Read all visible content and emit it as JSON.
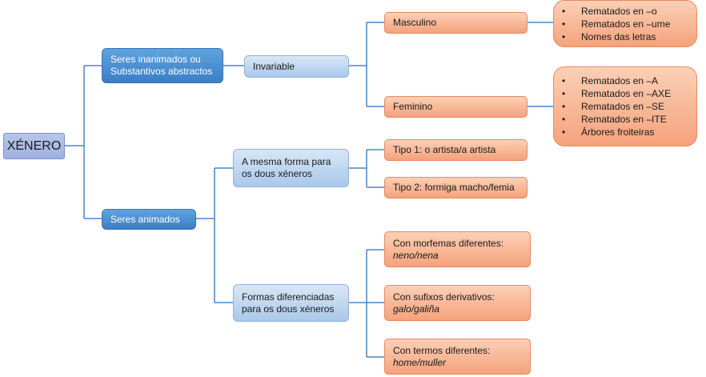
{
  "root": {
    "label": "XÉNERO"
  },
  "level1": {
    "inanimate": "Seres inanimados ou Substantivos abstractos",
    "animate": "Seres animados"
  },
  "level2": {
    "invariable": "Invariable",
    "same_form": "A mesma forma para os dous xéneros",
    "different_forms": "Formas diferenciadas para os dous xéneros"
  },
  "level3": {
    "masculino": "Masculino",
    "feminino": "Feminino",
    "tipo1": "Tipo 1: o artista/a artista",
    "tipo2": "Tipo 2: formiga macho/femia",
    "morfemas": {
      "label": "Con morfemas diferentes:",
      "example": "neno/nena"
    },
    "sufixos": {
      "label": "Con sufixos derivativos:",
      "example": "galo/galiña"
    },
    "termos": {
      "label": "Con termos diferentes:",
      "example": "home/muller"
    }
  },
  "masculino_list": {
    "bullet": "•",
    "items": [
      "Rematados en –o",
      "Rematados en –ume",
      "Nomes das letras"
    ]
  },
  "feminino_list": {
    "bullet": "•",
    "items": [
      "Rematados en –A",
      "Rematados en –AXE",
      "Rematados en –SE",
      "Rematados en –ITE",
      "Árbores froiteiras"
    ]
  },
  "colors": {
    "connector": "#4a86c8",
    "dark_node": "#3a7fc7",
    "light_node": "#a9c8ea",
    "orange_node": "#f5a27c",
    "root_node": "#9fb1e0"
  }
}
